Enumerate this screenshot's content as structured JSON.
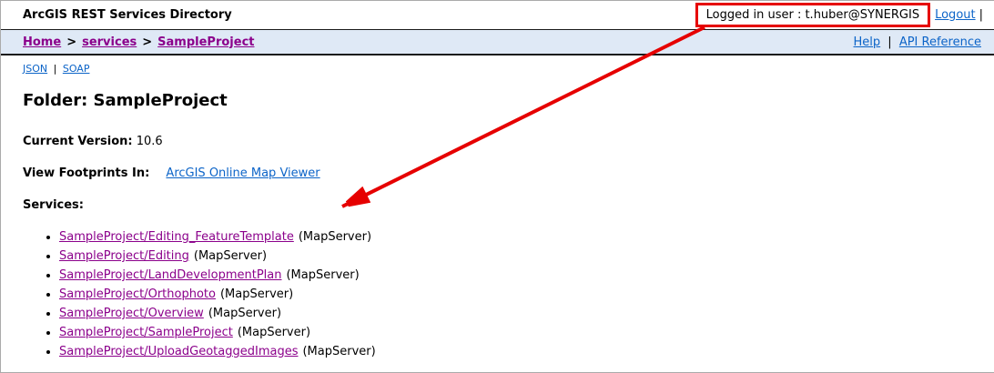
{
  "header": {
    "app_title": "ArcGIS REST Services Directory",
    "logged_in_user": "Logged in user : t.huber@SYNERGIS",
    "logout_label": "Logout",
    "trailing_separator": "|"
  },
  "breadcrumb": {
    "items": [
      "Home",
      "services",
      "SampleProject"
    ],
    "separator": ">",
    "help_label": "Help",
    "divider": "|",
    "api_reference_label": "API Reference"
  },
  "format_links": {
    "json_label": "JSON",
    "separator": "|",
    "soap_label": "SOAP"
  },
  "main": {
    "page_title": "Folder: SampleProject",
    "current_version_label": "Current Version:",
    "current_version_value": "10.6",
    "view_footprints_label": "View Footprints In:",
    "view_footprints_link_label": "ArcGIS Online Map Viewer",
    "services_label": "Services:"
  },
  "services": [
    {
      "name": "SampleProject/Editing_FeatureTemplate",
      "suffix": "(MapServer)"
    },
    {
      "name": "SampleProject/Editing",
      "suffix": "(MapServer)"
    },
    {
      "name": "SampleProject/LandDevelopmentPlan",
      "suffix": "(MapServer)"
    },
    {
      "name": "SampleProject/Orthophoto",
      "suffix": "(MapServer)"
    },
    {
      "name": "SampleProject/Overview",
      "suffix": "(MapServer)"
    },
    {
      "name": "SampleProject/SampleProject",
      "suffix": "(MapServer)"
    },
    {
      "name": "SampleProject/UploadGeotaggedImages",
      "suffix": "(MapServer)"
    }
  ],
  "colors": {
    "annotation_red": "#e60000",
    "link_blue": "#0c64c8",
    "visited_purple": "#8b008b",
    "breadcrumb_background": "#dfe9f6"
  }
}
